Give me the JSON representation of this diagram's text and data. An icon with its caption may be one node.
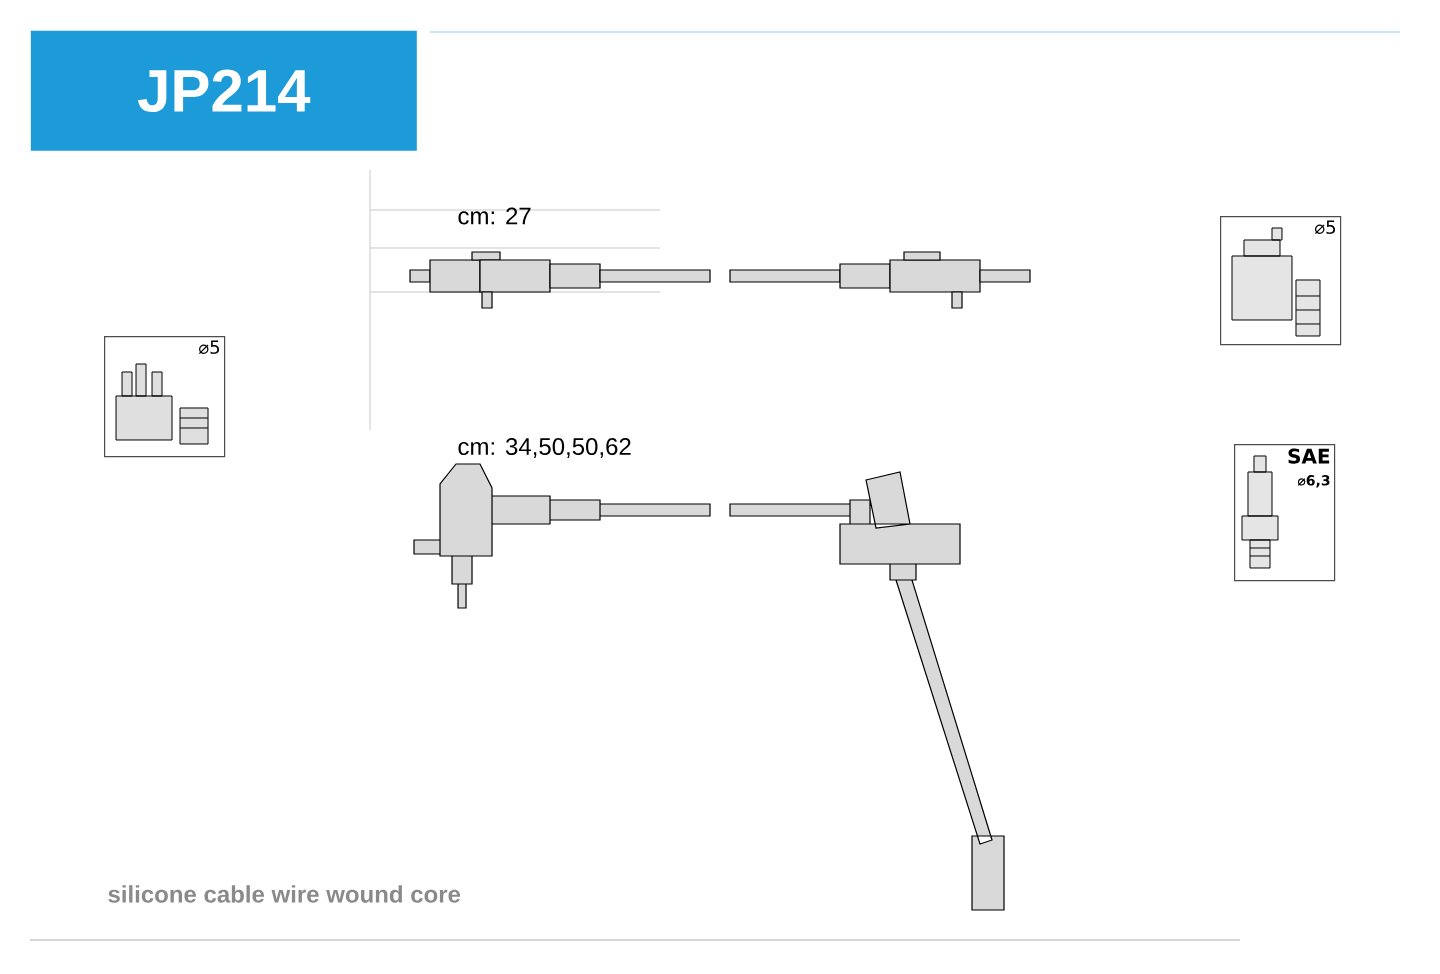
{
  "diagram": {
    "title": "JP214",
    "nodes": [
      {
        "text": [
          "⌀5"
        ]
      },
      {
        "text": [
          "⌀5"
        ]
      },
      {
        "text": [
          "SAE",
          "⌀6,3"
        ]
      }
    ],
    "labels": [
      "cm: 27",
      "cm: 34,50,50,62"
    ],
    "caption": "silicone cable wire wound core"
  }
}
